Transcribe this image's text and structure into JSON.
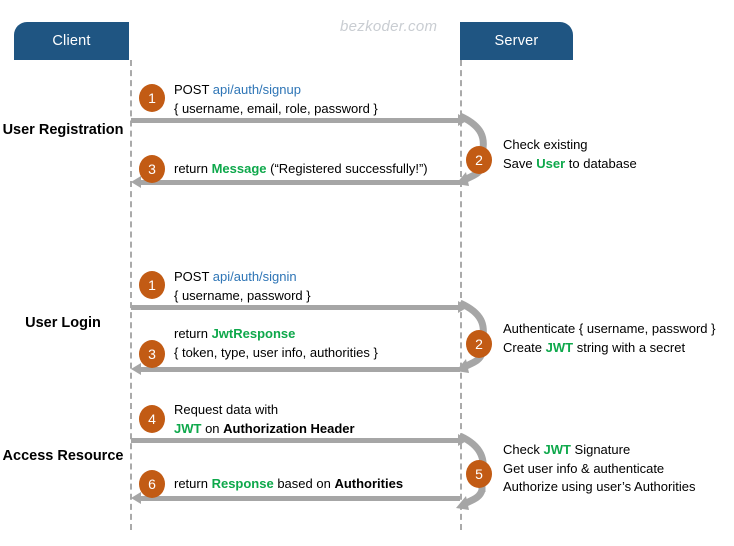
{
  "watermark": "bezkoder.com",
  "actors": {
    "client": "Client",
    "server": "Server"
  },
  "colors": {
    "actor_box": "#1F5582",
    "badge": "#C25B14",
    "arrow": "#a6a6a6",
    "lifeline": "#aaaaaa",
    "link_blue": "#2E75B6",
    "highlight_green": "#0EA84B",
    "watermark": "#c9cdd2"
  },
  "sections": [
    {
      "label_line1": "User",
      "label_line2": "Registration",
      "request": {
        "badge": "1",
        "line1_pre": "POST ",
        "line1_link": "api/auth/signup",
        "line2": "{ username, email, role, password }"
      },
      "server_note": {
        "badge": "2",
        "line1": "Check existing",
        "line2_pre": "Save ",
        "line2_hl": "User",
        "line2_post": " to database"
      },
      "response": {
        "badge": "3",
        "pre": "return ",
        "hl": "Message",
        "post": " (“Registered successfully!”)"
      }
    },
    {
      "label_line1": "User",
      "label_line2": "Login",
      "request": {
        "badge": "1",
        "line1_pre": "POST ",
        "line1_link": "api/auth/signin",
        "line2": "{ username, password }"
      },
      "server_note": {
        "badge": "2",
        "line1": "Authenticate { username, password }",
        "line2_pre": "Create ",
        "line2_hl": "JWT",
        "line2_post": " string with a secret"
      },
      "response": {
        "badge": "3",
        "line1_pre": "return ",
        "line1_hl": "JwtResponse",
        "line2": "{ token, type, user info, authorities }"
      }
    },
    {
      "label_line1": "Access",
      "label_line2": "Resource",
      "request": {
        "badge": "4",
        "line1": "Request  data with",
        "line2_hl": "JWT",
        "line2_mid": " on ",
        "line2_bold": "Authorization Header"
      },
      "server_note": {
        "badge": "5",
        "line1_pre": "Check ",
        "line1_hl": "JWT",
        "line1_post": " Signature",
        "line2": "Get user info & authenticate",
        "line3": "Authorize using user’s Authorities"
      },
      "response": {
        "badge": "6",
        "pre": "return ",
        "hl": "Response",
        "mid": " based on ",
        "bold": "Authorities"
      }
    }
  ]
}
